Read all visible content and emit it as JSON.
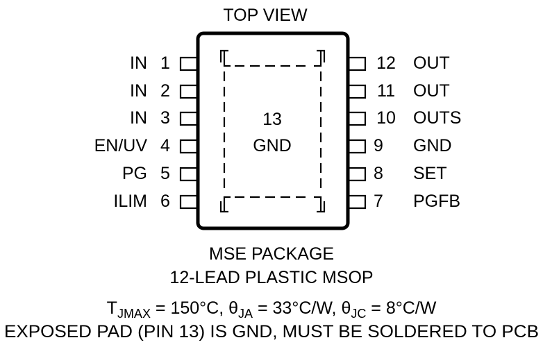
{
  "header": {
    "title": "TOP VIEW"
  },
  "package": {
    "pad_number": "13",
    "pad_name": "GND",
    "name_line1": "MSE PACKAGE",
    "name_line2": "12-LEAD PLASTIC MSOP"
  },
  "pins_left": [
    {
      "name": "IN",
      "number": "1"
    },
    {
      "name": "IN",
      "number": "2"
    },
    {
      "name": "IN",
      "number": "3"
    },
    {
      "name": "EN/UV",
      "number": "4"
    },
    {
      "name": "PG",
      "number": "5"
    },
    {
      "name": "ILIM",
      "number": "6"
    }
  ],
  "pins_right": [
    {
      "number": "12",
      "name": "OUT"
    },
    {
      "number": "11",
      "name": "OUT"
    },
    {
      "number": "10",
      "name": "OUTS"
    },
    {
      "number": "9",
      "name": "GND"
    },
    {
      "number": "8",
      "name": "SET"
    },
    {
      "number": "7",
      "name": "PGFB"
    }
  ],
  "notes": {
    "thermal": {
      "t": "T",
      "t_sub": "JMAX",
      "t_val": " = 150°C, ",
      "ja": "θ",
      "ja_sub": "JA",
      "ja_val": " = 33°C/W, ",
      "jc": "θ",
      "jc_sub": "JC",
      "jc_val": " = 8°C/W"
    },
    "exposed_pad": "EXPOSED PAD (PIN 13) IS GND, MUST BE SOLDERED TO PCB"
  }
}
